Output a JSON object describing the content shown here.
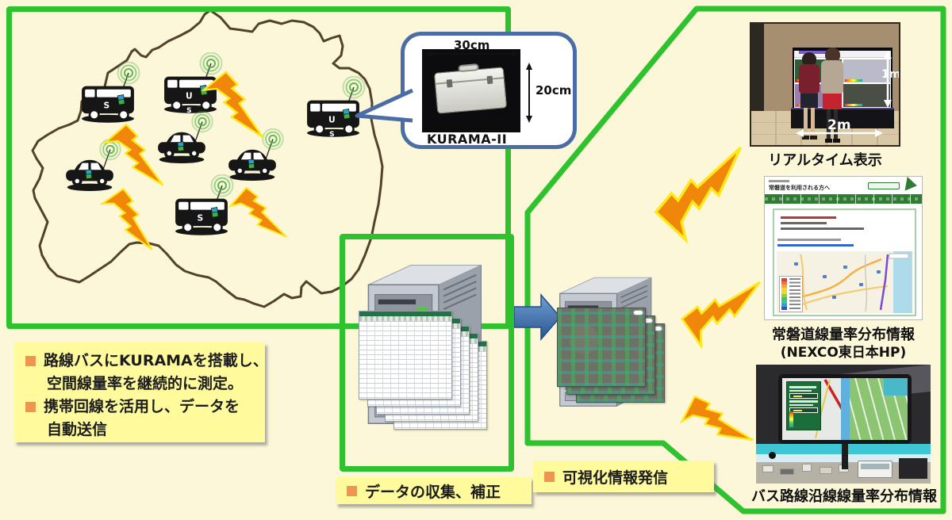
{
  "colors": {
    "background": "#FBF7D8",
    "green_border": "#2EC22E",
    "callout_blue": "#4A6DA7",
    "bolt_orange": "#F0870B",
    "bolt_outline": "#FFE81A",
    "note_yellow": "#FFFB9D",
    "bullet_orange": "#F0954F",
    "prefecture_outline": "#44311F",
    "arrow_blue": "#3A6EA8",
    "excel_green": "#217346",
    "site_nav_green": "#2E7D33"
  },
  "map": {
    "buses": [
      {
        "label": "S"
      },
      {
        "label": "U",
        "sub": "S"
      },
      {
        "label": "U",
        "sub": "S"
      },
      {
        "label": "S"
      }
    ]
  },
  "callout": {
    "width_label": "30cm",
    "height_label": "20cm",
    "device_name": "KURAMA-II"
  },
  "process_labels": {
    "collect": "データの収集、補正",
    "publish": "可視化情報発信"
  },
  "notes": {
    "b1_line1": "路線バスにKURAMAを搭載し、",
    "b1_line2": "空間線量率を継続的に測定。",
    "b2_line1": "携帯回線を活用し、データを",
    "b2_line2": "自動送信"
  },
  "outputs": {
    "realtime": {
      "caption": "リアルタイム表示",
      "screen_height": "1m",
      "screen_width": "2m"
    },
    "nexco": {
      "caption_line1": "常磐道線量率分布情報",
      "caption_line2": "(NEXCO東日本HP)",
      "page_title": "常磐道を利用される方へ"
    },
    "bus_route": {
      "caption": "バス路線沿線線量率分布情報"
    }
  }
}
